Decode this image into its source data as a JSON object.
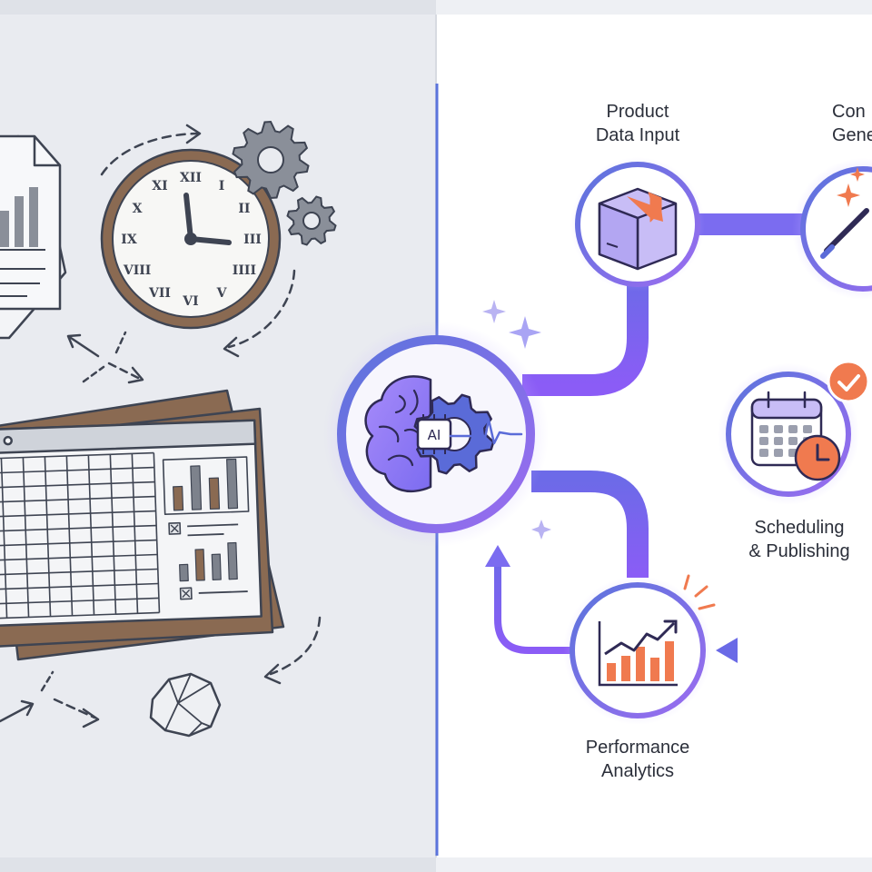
{
  "left_panel": {
    "theme": "manual-process",
    "icons": [
      "document-chart-icon",
      "clock-icon",
      "gear-icon",
      "spreadsheet-icon",
      "crumpled-paper-icon",
      "dashed-arrow-icon"
    ],
    "clock_numerals": [
      "XII",
      "I",
      "II",
      "III",
      "IIII",
      "V",
      "VI",
      "VII",
      "VIII",
      "IX",
      "X",
      "XI"
    ]
  },
  "right_panel": {
    "hub": {
      "badge": "AI",
      "icon": "brain-gear-icon"
    },
    "nodes": [
      {
        "id": "product-data-input",
        "line1": "Product",
        "line2": "Data Input",
        "icon": "box-icon"
      },
      {
        "id": "content-generation",
        "line1": "Con",
        "line2": "Gene",
        "icon": "magic-wand-icon"
      },
      {
        "id": "scheduling-publishing",
        "line1": "Scheduling",
        "line2": "& Publishing",
        "icon": "calendar-clock-icon"
      },
      {
        "id": "performance-analytics",
        "line1": "Performance",
        "line2": "Analytics",
        "icon": "growth-chart-icon"
      }
    ]
  },
  "colors": {
    "left_bg": "#e9ebf0",
    "right_bg": "#ffffff",
    "divider": "#5b74dc",
    "flow_start": "#5a6fdc",
    "flow_end": "#8b5cf6",
    "accent_orange": "#f07a4f",
    "sketch_stroke": "#3e4452",
    "brown": "#8a6a52"
  }
}
